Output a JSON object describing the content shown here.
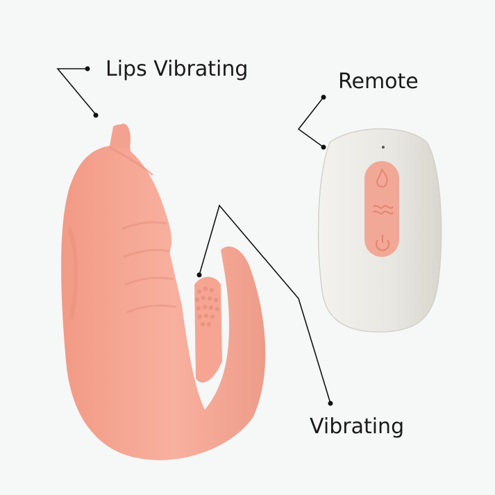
{
  "labels": {
    "lips": "Lips Vibrating",
    "remote": "Remote",
    "vibrating": "Vibrating"
  },
  "colors": {
    "background": "#f6f7f7",
    "device": "#f7ab9a",
    "device_shade": "#ec9584",
    "remote_body": "#e8e6e1",
    "remote_buttons": "#f2a897",
    "callout_line": "#111111"
  },
  "icons": [
    "flame-icon",
    "wave-icon",
    "power-icon"
  ]
}
